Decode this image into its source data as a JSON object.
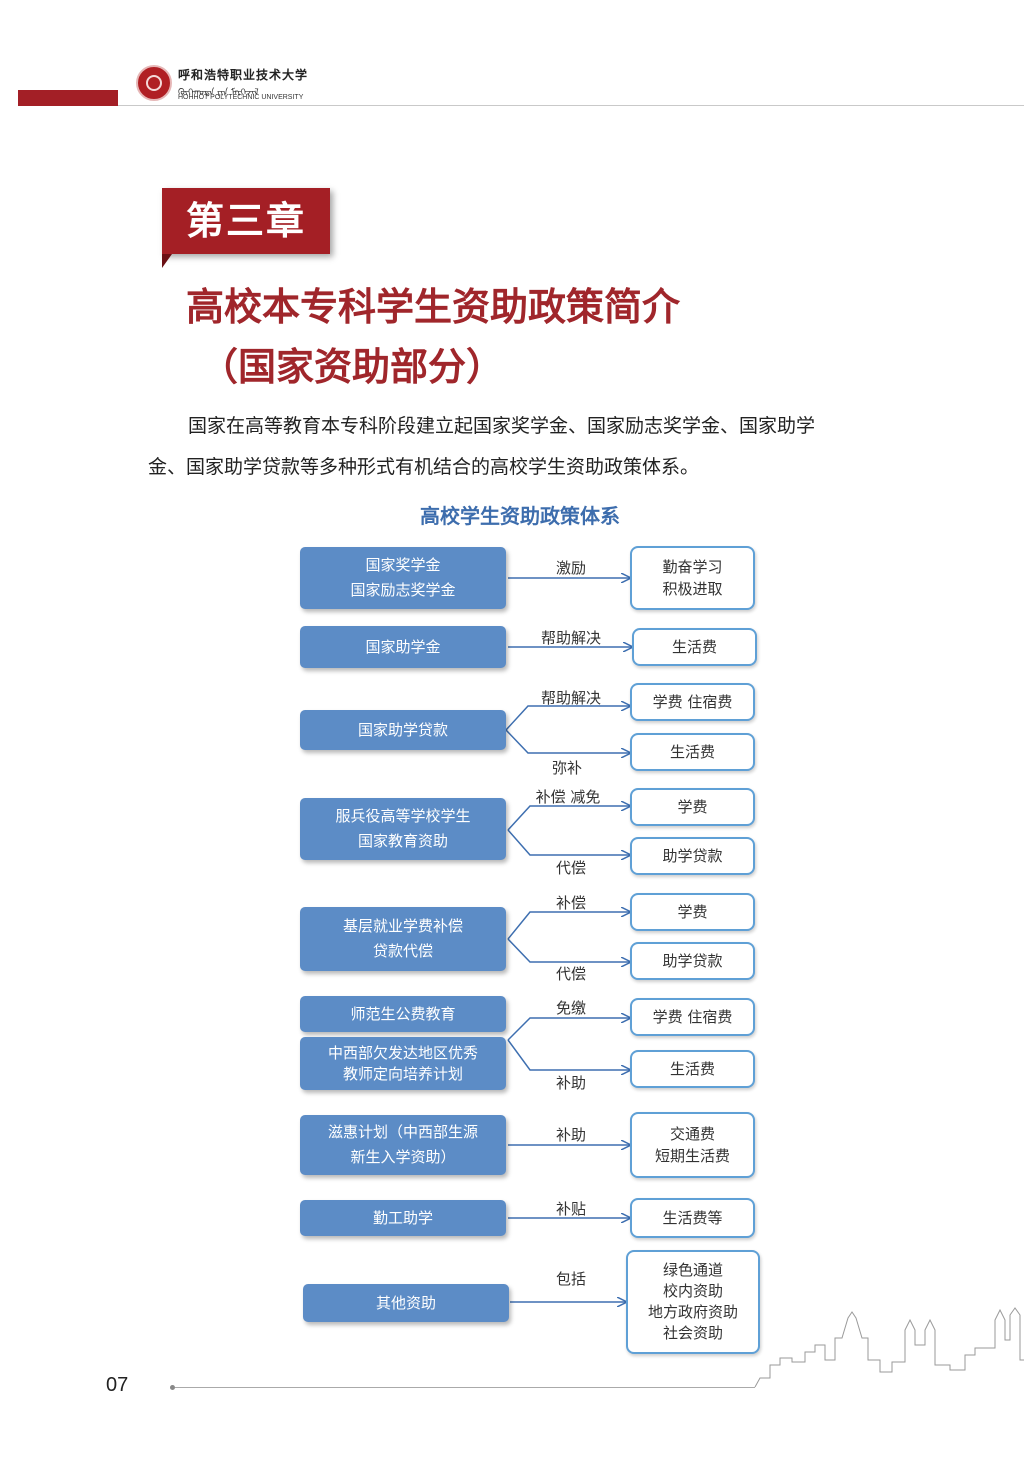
{
  "header": {
    "school_cn": "呼和浩特职业技术大学",
    "school_mn": "ᠬᠥᠬᠡᠬᠣᠲᠠ ᠶᠢᠨ ᠮᠡᠷᠭᠡᠵᠢᠯ",
    "school_en": "HOHHOT POLYTECHNIC UNIVERSITY"
  },
  "chapter": {
    "label": "第三章",
    "title_line1": "高校本专科学生资助政策简介",
    "title_line2": "（国家资助部分）"
  },
  "intro": {
    "line1": "国家在高等教育本专科阶段建立起国家奖学金、国家励志奖学金、国家助学",
    "line2": "金、国家助学贷款等多种形式有机结合的高校学生资助政策体系。"
  },
  "diagram": {
    "title": "高校学生资助政策体系",
    "left": [
      "国家奖学金\n国家励志奖学金",
      "国家助学金",
      "国家助学贷款",
      "服兵役高等学校学生\n国家教育资助",
      "基层就业学费补偿\n贷款代偿",
      "师范生公费教育",
      "中西部欠发达地区优秀\n教师定向培养计划",
      "滋惠计划（中西部生源\n新生入学资助）",
      "勤工助学",
      "其他资助"
    ],
    "right": [
      "勤奋学习\n积极进取",
      "生活费",
      "学费  住宿费",
      "生活费",
      "学费",
      "助学贷款",
      "学费",
      "助学贷款",
      "学费  住宿费",
      "生活费",
      "交通费\n短期生活费",
      "生活费等",
      "绿色通道\n校内资助\n地方政府资助\n社会资助"
    ],
    "edges": [
      "激励",
      "帮助解决",
      "帮助解决",
      "弥补",
      "补偿  减免",
      "代偿",
      "补偿",
      "代偿",
      "免缴",
      "补助",
      "补助",
      "补贴",
      "包括"
    ]
  },
  "footer": {
    "page": "07"
  }
}
